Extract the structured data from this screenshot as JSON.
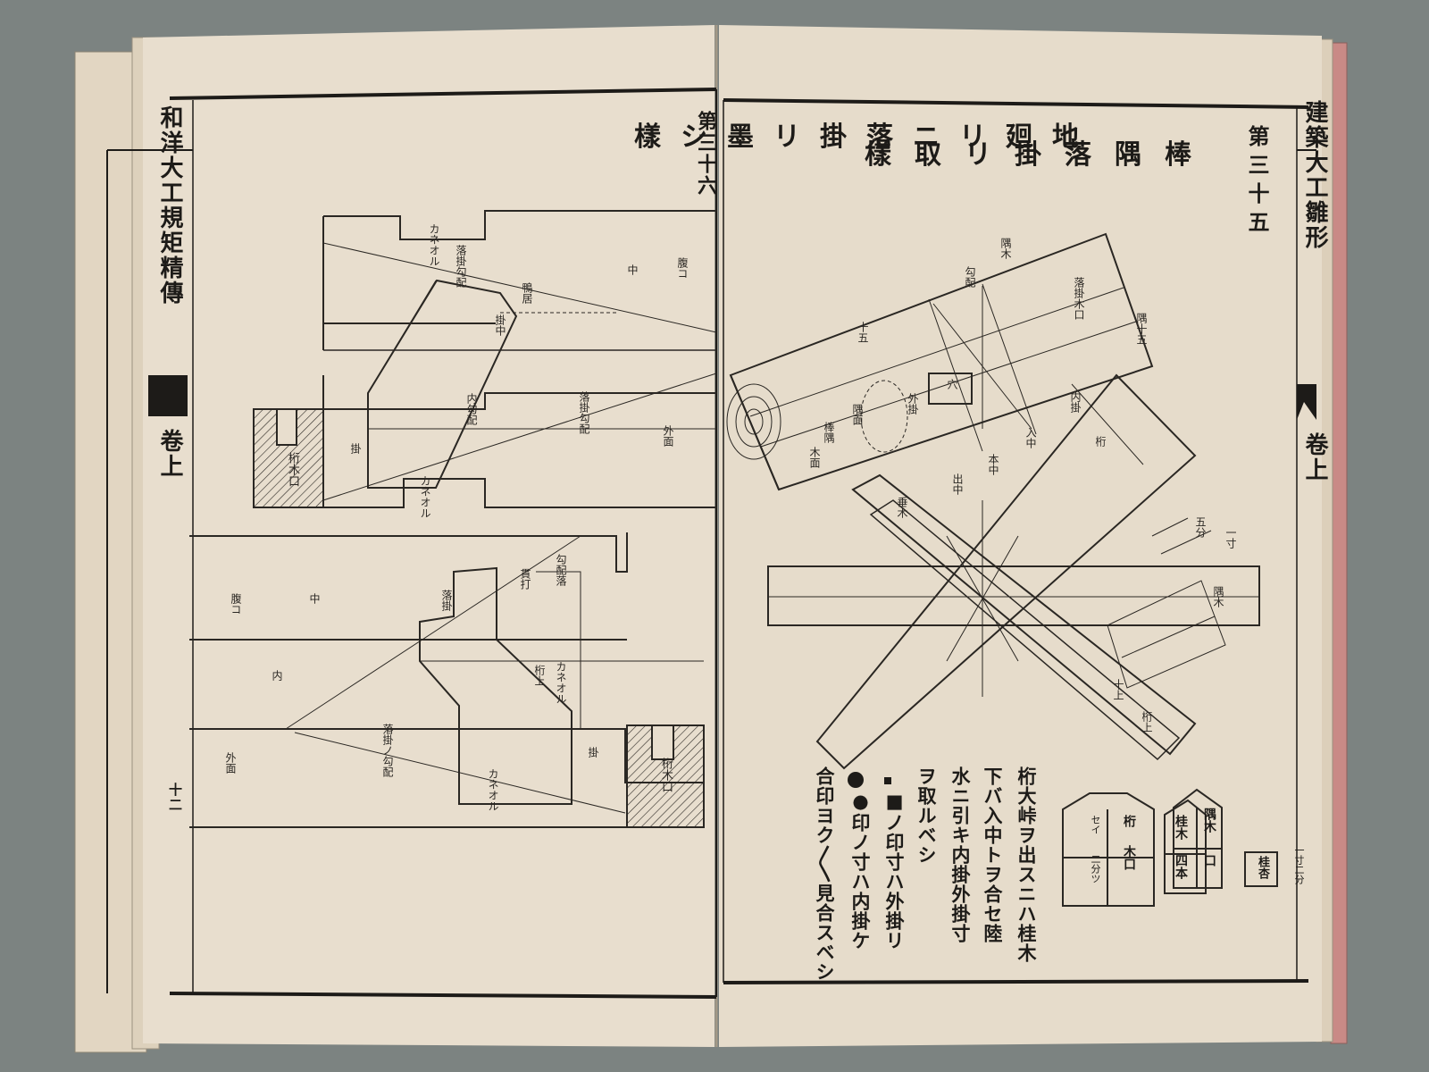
{
  "left_page": {
    "title": "地廻リニ落掛リ墨シ樣",
    "number": "第三十六",
    "spine_title": "和洋大工規矩精傳",
    "spine_volume": "卷上",
    "spine_pages": "十二",
    "labels": {
      "kaneori1": "カネオル",
      "kaneori2": "カネオル",
      "haraku": "腹コ",
      "naka": "中",
      "ochigakari_kobai": "落掛勾配",
      "kamonoi": "鴨居",
      "uchi_kobai": "内勾配",
      "kakenaka": "掛中",
      "ochigakari_kobai2": "落掛勾配",
      "sotomen": "外面",
      "keta_kiguchi": "桁木口",
      "kake": "掛",
      "haraku2": "腹コ",
      "naka2": "中",
      "kobai_ochi": "勾配落",
      "nukiuchi": "貫打",
      "ochigakari": "落掛",
      "keta_ue": "桁上",
      "uchi": "内",
      "kane_ori3": "カネオル",
      "sotomen2": "外面",
      "ochigakari_kobai3": "落掛ノ勾配",
      "keta_kiguchi2": "桁木口",
      "kake2": "掛",
      "kane_ori4": "カネオル"
    }
  },
  "right_page": {
    "title": "棒隅落掛リ取樣",
    "number": "第三十五",
    "spine_title": "建築大工雛形",
    "spine_volume": "卷上",
    "labels": {
      "sumi_ki": "隅木",
      "kobai": "勾配",
      "ochigakari_kiguchi": "落掛木口",
      "jugo": "十五",
      "sumi_jugo": "隅十五",
      "sotokake": "外掛",
      "ana": "穴",
      "iri_naka": "入中",
      "hon_naka": "本中",
      "de_naka": "出中",
      "uchi_kake": "内掛",
      "keta": "桁",
      "taruki": "垂木",
      "sumi_men": "隅面",
      "bo_sumi": "棒隅",
      "kimen": "木面",
      "sumi_ki2": "隅木",
      "jugo_ue": "十上",
      "ichisun": "一寸",
      "gobu": "五分",
      "keta_ue": "桁上"
    },
    "note_lines": [
      "桁大峠ヲ出スニハ桂木",
      "下バ入中トヲ合セ陸",
      "水ニ引キ内掛外掛寸",
      "ヲ取ルベシ",
      "■ノ印寸ハ外掛リ",
      "●印ノ寸ハ内掛ケ",
      "合印ヨク〳〵見合スベシ"
    ],
    "diagram_cells": {
      "keta": "桁",
      "kiguchi": "木口",
      "sumi_ki": "隅木",
      "kuchi": "口",
      "taruki": "桂木",
      "yonhon": "四本",
      "sei": "セイ",
      "nibu": "二分ツ",
      "taruki2": "桂杏",
      "sunbu": "一寸二分"
    }
  },
  "colors": {
    "paper": "#e6dccb",
    "ink": "#1d1b18",
    "background": "#7c8381",
    "edge_red": "#c98a86"
  }
}
